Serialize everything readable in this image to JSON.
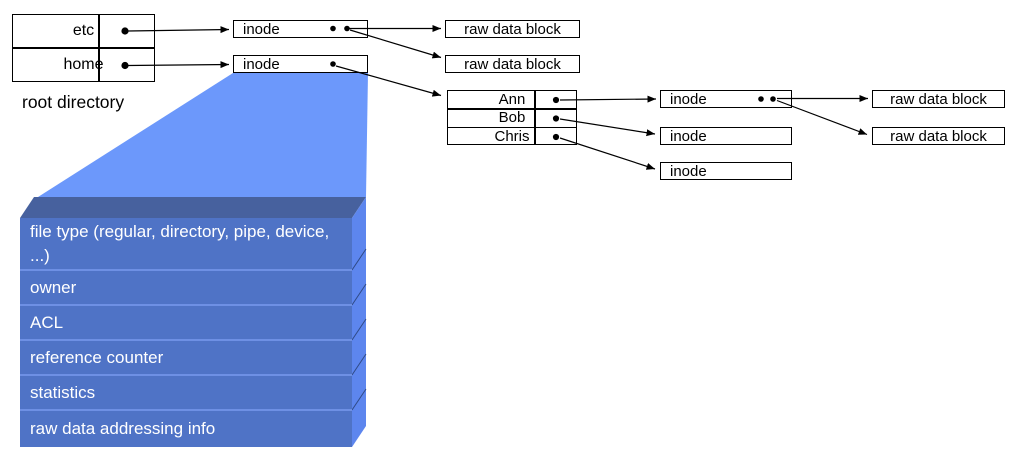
{
  "labels": {
    "root_directory_caption": "root directory",
    "inode": "inode",
    "raw_data_block": "raw data block"
  },
  "root_directory_table": {
    "rows": [
      {
        "name": "etc"
      },
      {
        "name": "home"
      }
    ]
  },
  "home_directory_table": {
    "rows": [
      {
        "name": "Ann"
      },
      {
        "name": "Bob"
      },
      {
        "name": "Chris"
      }
    ]
  },
  "inode_structure": {
    "fields": [
      {
        "label": "file type (regular, directory, pipe, device, ...)"
      },
      {
        "label": "owner"
      },
      {
        "label": "ACL"
      },
      {
        "label": "reference counter"
      },
      {
        "label": "statistics"
      },
      {
        "label": "raw data addressing info"
      }
    ]
  },
  "colors": {
    "funnel": "#6C98FB",
    "inode_face": "#4F73C6",
    "inode_top_bevel": "#47619E",
    "inode_side": "#5D86EE",
    "row_separator": "#6E90E4",
    "side_separator": "#2F4A86",
    "line": "#000000",
    "background": "#FFFFFF"
  }
}
